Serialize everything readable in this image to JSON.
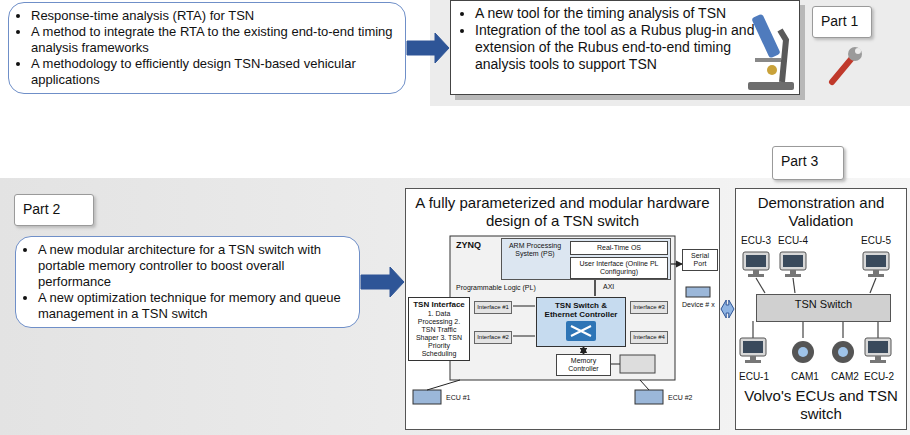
{
  "diagram": {
    "nodes": [
      {
        "text": [
          "Response-time analysis (RTA) for TSN",
          "A method to integrate the RTA to the existing end-to-end timing analysis frameworks",
          "A methodology to efficiently design TSN-based vehicular applications"
        ]
      },
      {
        "text": [
          "A new tool for the timing analysis of TSN",
          "Integration of the tool as a Rubus plug-in and extension of the Rubus end-to-end timing analysis tools to support TSN"
        ]
      },
      {
        "text": [
          "Part 1"
        ]
      },
      {
        "text": [
          "Part 2"
        ]
      },
      {
        "text": [
          "A new modular architecture for a TSN switch with portable memory controller to boost overall performance",
          "A new optimization technique for memory and queue management in a TSN switch"
        ]
      },
      {
        "text": [
          "A fully parameterized and modular hardware design of a TSN switch"
        ]
      },
      {
        "text": [
          "ARM Processing System (PS)"
        ],
        "in": 5
      },
      {
        "text": [
          "Real-Time OS"
        ],
        "in": 6
      },
      {
        "text": [
          "User Interface (Online PL Configuring)"
        ],
        "in": 6
      },
      {
        "text": [
          "Serial Port"
        ],
        "in": 5
      },
      {
        "text": [
          "TSN Switch & Ethernet Controller"
        ],
        "in": 5
      },
      {
        "text": [
          "TSN Interface",
          "1. Data Processing 2. TSN Traffic Shaper 3. TSN Priority Scheduling"
        ],
        "in": 5
      },
      {
        "text": [
          "Memory Controller"
        ],
        "in": 5
      },
      {
        "text": [
          "Part 3"
        ]
      },
      {
        "text": [
          "Demonstration and Validation",
          "Volvo's ECUs and TSN switch"
        ]
      },
      {
        "text": [
          "TSN Switch"
        ],
        "in": 14
      }
    ],
    "edges": [
      {
        "from": 0,
        "to": 1,
        "arrow": "to"
      },
      {
        "from": 4,
        "to": 5,
        "arrow": "to"
      },
      {
        "from": 5,
        "to": 14,
        "arrow": "both"
      },
      {
        "from": 8,
        "to": 9,
        "arrow": "to"
      },
      {
        "from": 10,
        "to": 12,
        "arrow": "both"
      }
    ],
    "labels": [
      "ZYNQ",
      "Programmable Logic (PL)",
      "AXI",
      "Interface #1",
      "Interface #2",
      "Interface #3",
      "Interface #4",
      "ECU #1",
      "ECU #2",
      "Device # x",
      "ECU-3",
      "ECU-4",
      "ECU-5",
      "ECU-1",
      "CAM1",
      "CAM2",
      "ECU-2"
    ]
  }
}
